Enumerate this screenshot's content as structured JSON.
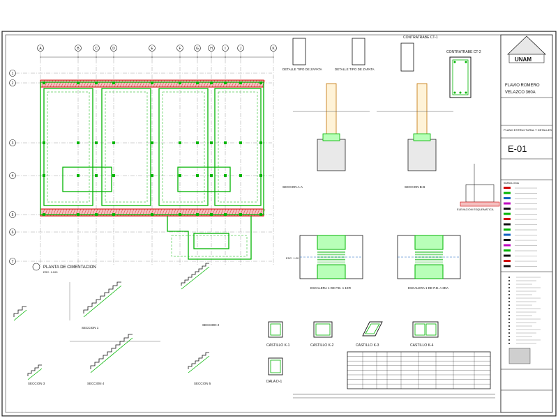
{
  "grid": {
    "columns": [
      "A",
      "B",
      "C",
      "D",
      "E",
      "F",
      "G",
      "H",
      "I",
      "J",
      "K"
    ],
    "rows": [
      "1",
      "2",
      "3",
      "4",
      "5",
      "6",
      "7"
    ]
  },
  "labels": {
    "plan": "PLANTA DE CIMENTACION",
    "plan_sub": "ESC. 1:100",
    "zapata_detail": "DETALLE TIPO DE ZAPATA",
    "zapata_detail_2": "DETALLE TIPO DE ZAPATA",
    "contratrabe_1": "CONTRATRABE CT-1",
    "contratrabe_2": "CONTRATRABE CT-2",
    "seccion_a": "SECCION A-A",
    "seccion_b": "SECCION B-B",
    "escalera_1": "ESCALERA 1 DE P.B. A 1ER",
    "escalera_2": "ESCALERA 1 DE P.B. A 2DA",
    "seccion_1": "SECCION 1",
    "seccion_2": "SECCION 2",
    "seccion_3": "SECCION 3",
    "seccion_4": "SECCION 4",
    "seccion_5": "SECCION 5",
    "castillo_k1": "CASTILLO K-1",
    "castillo_k2": "CASTILLO K-2",
    "castillo_k3": "CASTILLO K-3",
    "castillo_k4": "CASTILLO K-4",
    "dala": "DALA D-1",
    "elevacion": "ELEVACION ESQUEMATICA",
    "dim_label": "ESC. 1:20"
  },
  "title_block": {
    "logo": "UNAM",
    "author_line1": "FLAVIO ROMERO",
    "author_line2": "VELAZCO 360A",
    "plano_title": "PLANO ESTRUCTURAL Y DETALLES",
    "sheet_number": "E-01",
    "legend_header": "SIMBOLOGIA"
  },
  "colors": {
    "green": "#00b400",
    "red": "#d00000",
    "blue": "#1060c0",
    "magenta": "#c000c0",
    "ink": "#111111"
  }
}
